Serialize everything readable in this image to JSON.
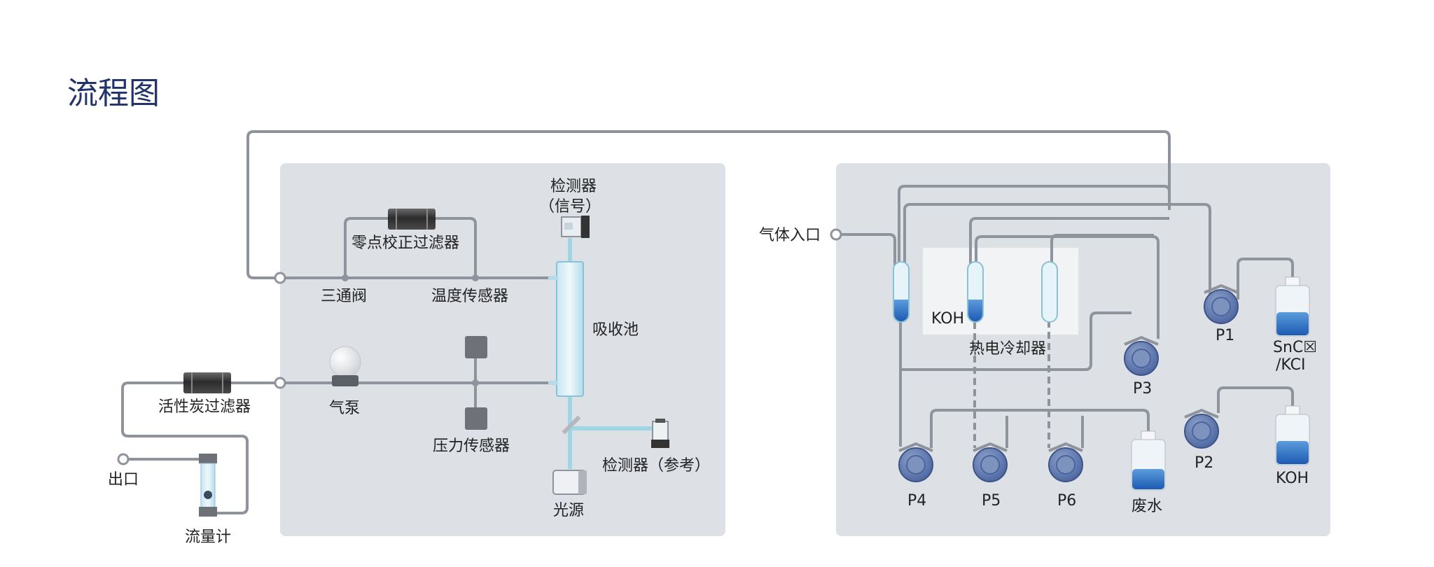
{
  "title": "流程图",
  "labels": {
    "detector_signal": "检测器",
    "detector_signal_sub": "（信号）",
    "zero_filter": "零点校正过滤器",
    "three_way_valve": "三通阀",
    "temp_sensor": "温度传感器",
    "absorption_cell": "吸收池",
    "air_pump": "气泵",
    "pressure_sensor": "压力传感器",
    "carbon_filter": "活性炭过滤器",
    "outlet": "出口",
    "flow_meter": "流量计",
    "detector_reference": "检测器（参考）",
    "light_source": "光源",
    "gas_inlet": "气体入口",
    "koh_small": "KOH",
    "thermo_cooler": "热电冷却器",
    "p1": "P1",
    "p2": "P2",
    "p3": "P3",
    "p4": "P4",
    "p5": "P5",
    "p6": "P6",
    "sncl_1": "SnC☒",
    "sncl_2": "/KCI",
    "koh_bottle": "KOH",
    "waste_water": "废水"
  },
  "colors": {
    "panel": "#dde0e5",
    "line": "#8f949c",
    "title": "#22336b",
    "liquid_blue": "#2b6fc8",
    "light_beam": "#9fd6e6",
    "pump": "#5b78aa"
  }
}
